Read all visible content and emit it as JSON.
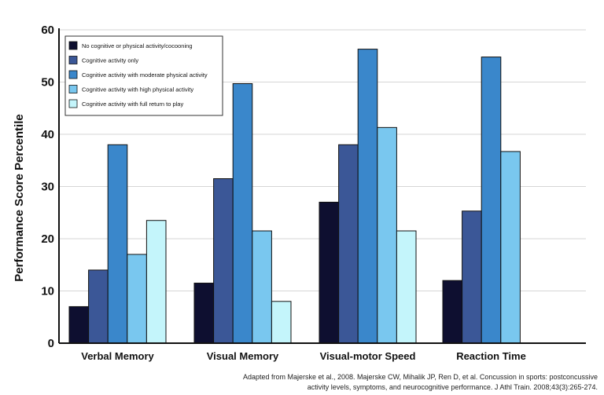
{
  "chart_data": {
    "type": "bar",
    "ylabel": "Performance Score Percentile",
    "ylim": [
      0,
      60
    ],
    "yticks": [
      0,
      10,
      20,
      30,
      40,
      50,
      60
    ],
    "grid": true,
    "legend_position": "top-left",
    "categories": [
      "Verbal Memory",
      "Visual Memory",
      "Visual-motor Speed",
      "Reaction Time"
    ],
    "series": [
      {
        "name": "No cognitive or physical activity/cocooning",
        "color": "#0e0f30",
        "values": [
          7,
          11.5,
          27,
          12
        ]
      },
      {
        "name": "Cognitive activity only",
        "color": "#3b5797",
        "values": [
          14,
          31.5,
          38,
          25.3
        ]
      },
      {
        "name": "Cognitive activity with moderate physical activity",
        "color": "#3a87cb",
        "values": [
          38,
          49.7,
          56.3,
          54.8
        ]
      },
      {
        "name": "Cognitive activity with high physical activity",
        "color": "#79c7ef",
        "values": [
          17,
          21.5,
          41.3,
          36.7
        ]
      },
      {
        "name": "Cognitive activity with full return to play",
        "color": "#c4f5fb",
        "values": [
          23.5,
          8,
          21.5,
          null
        ]
      }
    ]
  },
  "source": {
    "line1": "Adapted from Majerske et al., 2008. Majerske CW, Mihalik JP, Ren D, et al. Concussion in sports: postconcussive",
    "line2": "activity levels, symptoms, and neurocognitive performance. J Athl Train. 2008;43(3):265-274."
  }
}
